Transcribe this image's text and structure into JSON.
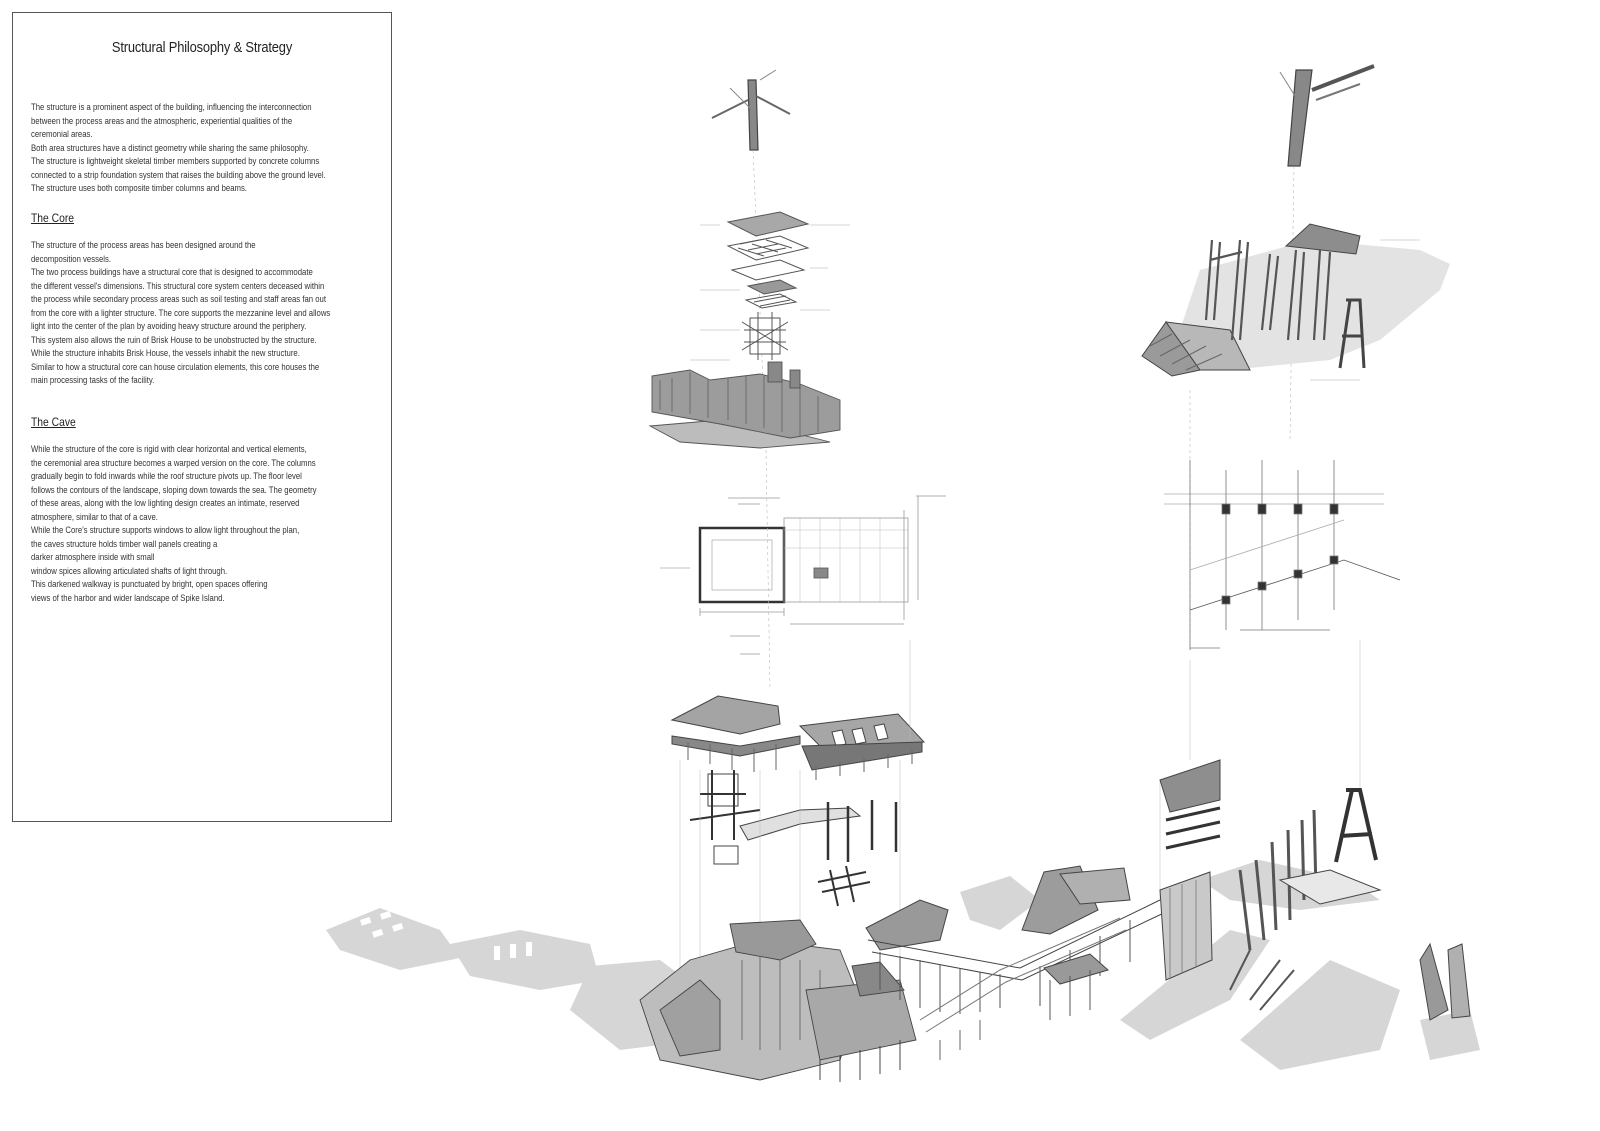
{
  "panel": {
    "title": "Structural Philosophy & Strategy",
    "intro_lines": [
      "The structure is a prominent aspect of the building, influencing the interconnection",
      "between the process areas and the atmospheric, experiential qualities of the",
      "ceremonial areas.",
      "Both area structures have a distinct geometry while sharing the same philosophy.",
      "The structure is lightweight skeletal timber members supported by concrete columns",
      "connected to a strip foundation system that raises the building above the ground level.",
      "The structure uses both composite timber columns and beams."
    ],
    "core_heading": "The Core",
    "core_lines": [
      "The structure of the process areas has been designed around the",
      "decomposition vessels.",
      "The two process buildings have a structural core that is designed to accommodate",
      "the different vessel's dimensions. This structural core system centers deceased within",
      "the process while secondary process areas such as soil testing and staff areas fan out",
      "from the core with a lighter structure. The core supports the mezzanine level and allows",
      "light into the center of the plan by avoiding heavy structure around the periphery.",
      "This system also allows the ruin of Brisk House to be unobstructed by the structure.",
      "While the structure inhabits Brisk House, the vessels inhabit the new structure.",
      " Similar to how a structural core can house circulation elements, this core houses the",
      "main processing tasks of the facility."
    ],
    "cave_heading": "The Cave",
    "cave_lines": [
      "While the structure of the core is rigid with clear horizontal and vertical elements,",
      "the ceremonial area structure becomes a warped version on the core. The columns",
      " gradually begin to fold inwards while the roof structure pivots up. The floor level",
      "follows the contours of the landscape, sloping down towards the sea. The geometry",
      "of these areas, along with the low lighting design creates an intimate, reserved",
      "atmosphere, similar to that of a cave.",
      "While the Core's structure supports windows to allow light throughout the plan,",
      "the caves structure holds timber wall panels creating a",
      "darker atmosphere inside with small",
      "window spices allowing articulated shafts of light through.",
      "This darkened walkway is punctuated by bright, open spaces offering",
      "views of the harbor and wider landscape of Spike Island."
    ]
  },
  "colors": {
    "line": "#444444",
    "thin": "#9a9a9a",
    "shadow": "#d9d9d9",
    "tone": "#bdbdbd",
    "dark": "#7a7a7a"
  }
}
